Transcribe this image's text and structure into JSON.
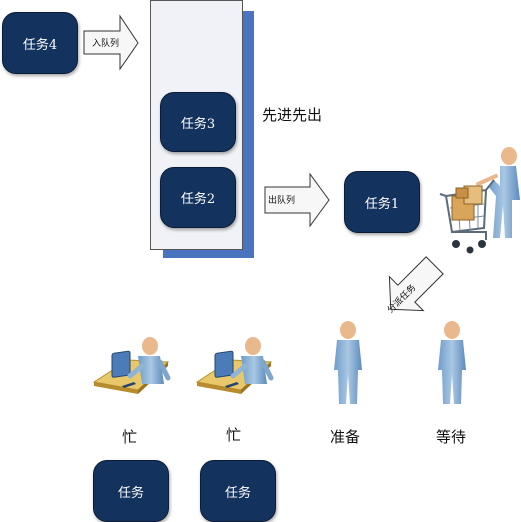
{
  "tasks": {
    "task4": "任务4",
    "task3": "任务3",
    "task2": "任务2",
    "task1": "任务1",
    "worker_task_1": "任务",
    "worker_task_2": "任务"
  },
  "arrows": {
    "enqueue": "入队列",
    "dequeue": "出队列",
    "dispatch": "分派任务"
  },
  "queue_label": "先进先出",
  "status": {
    "busy_1": "忙",
    "busy_2": "忙",
    "ready": "准备",
    "waiting": "等待"
  },
  "icons": [
    "computer-worker-icon",
    "shopping-cart-person-icon",
    "standing-person-icon"
  ],
  "colors": {
    "task_fill": "#13325d",
    "queue_fill": "#f0f2f7",
    "queue_shadow": "#4a73c0",
    "arrow_fill": "#f7f7f7",
    "person_blue": "#8fb4d6",
    "skin": "#e9b88c",
    "desk": "#e8c86a"
  }
}
